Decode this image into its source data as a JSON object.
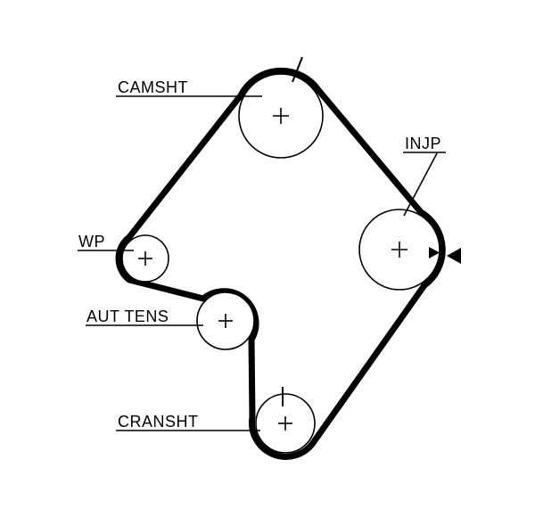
{
  "diagram": {
    "type": "timing-belt-routing-diagram",
    "background_color": "#ffffff",
    "line_color": "#000000",
    "labels": {
      "camshaft": "CAMSHT",
      "injection_pump": "INJP",
      "water_pump": "WP",
      "auto_tensioner": "AUT TENS",
      "crankshaft": "CRANSHT"
    },
    "pulleys": [
      {
        "name": "camshaft",
        "label": "CAMSHT",
        "has_center_cross": true,
        "has_timing_mark": true
      },
      {
        "name": "injection-pump",
        "label": "INJP",
        "has_center_cross": true,
        "has_timing_mark": false
      },
      {
        "name": "water-pump",
        "label": "WP",
        "has_center_cross": true,
        "has_timing_mark": false
      },
      {
        "name": "auto-tensioner",
        "label": "AUT TENS",
        "has_center_cross": true,
        "has_timing_mark": false
      },
      {
        "name": "crankshaft",
        "label": "CRANSHT",
        "has_center_cross": true,
        "has_timing_mark": true
      }
    ],
    "markers": {
      "tension_check_arrows": "two opposing filled triangles at right side of injection pump pulley"
    }
  }
}
